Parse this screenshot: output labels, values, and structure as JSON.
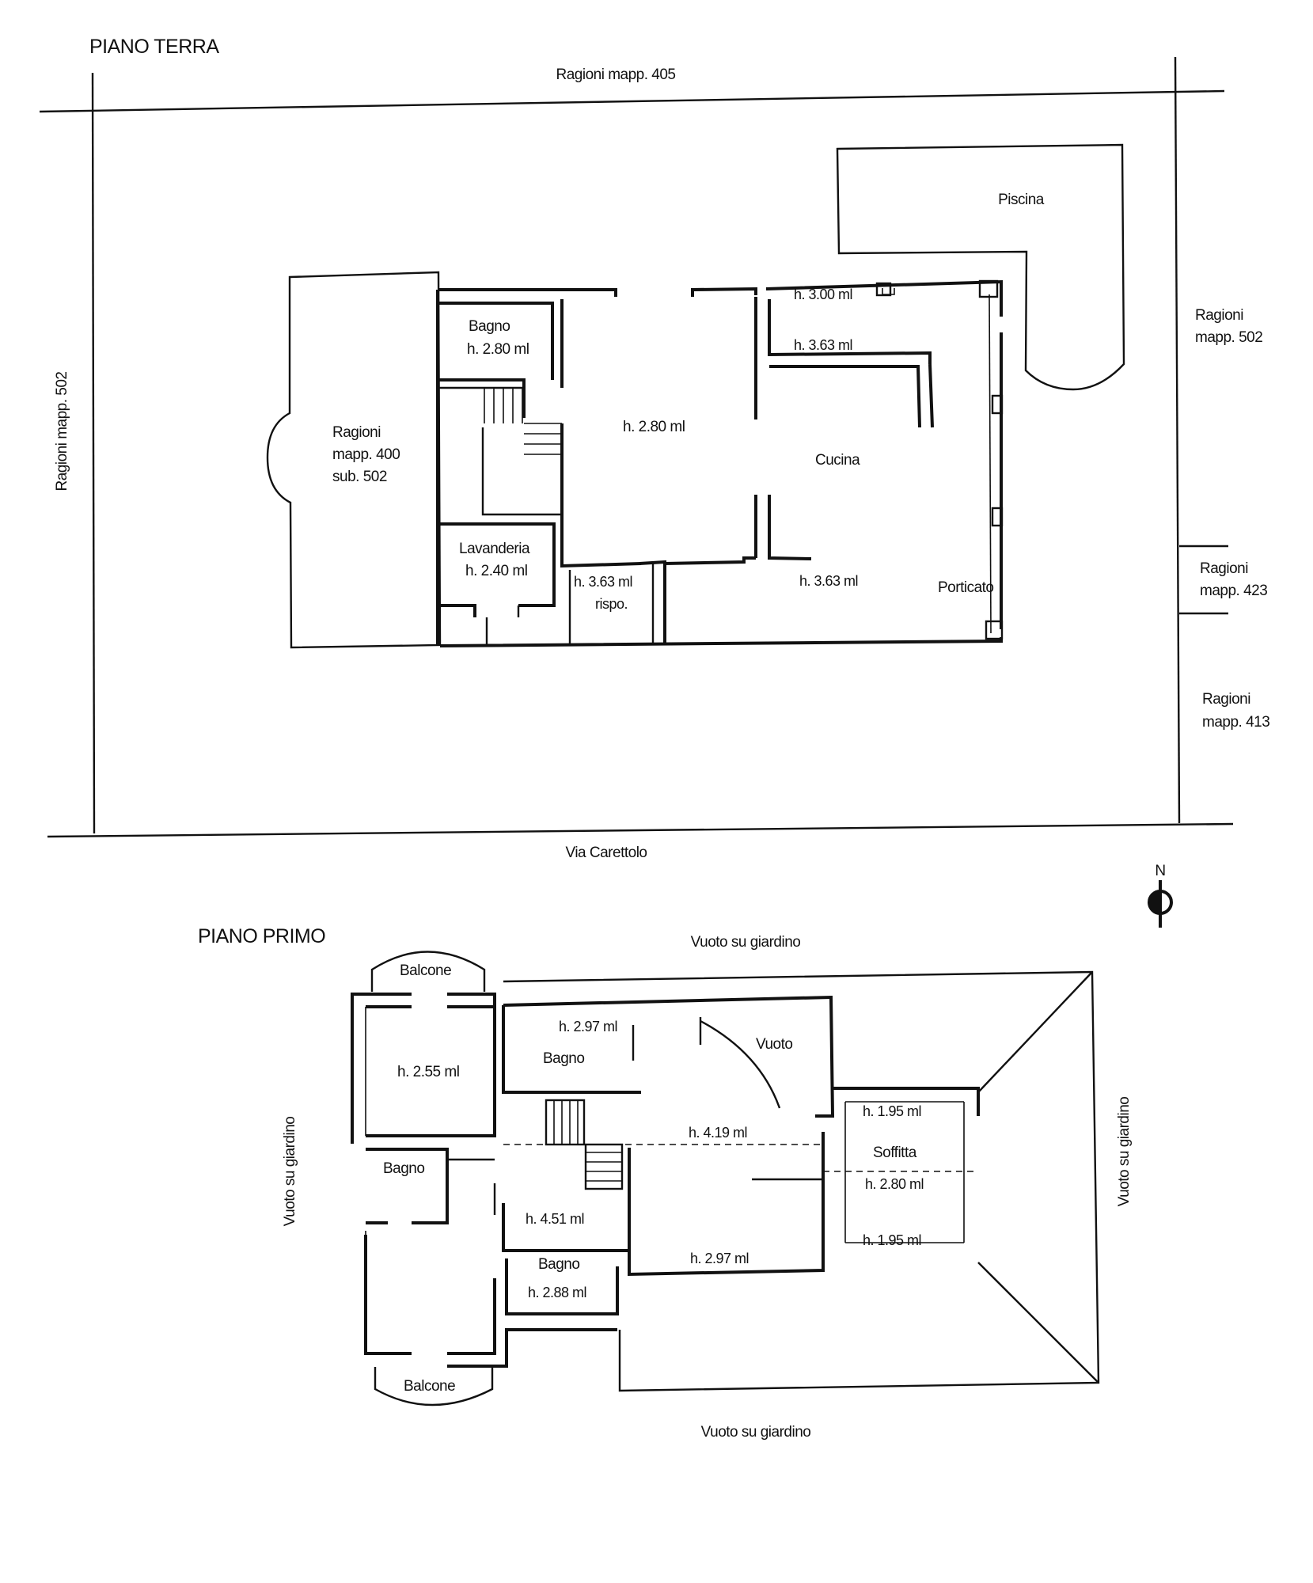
{
  "ground_floor": {
    "title": "PIANO TERRA",
    "neighbors": {
      "top": "Ragioni mapp. 405",
      "left": "Ragioni mapp. 502",
      "right_1": [
        "Ragioni",
        "mapp. 502"
      ],
      "right_2": [
        "Ragioni",
        "mapp. 423"
      ],
      "right_3": [
        "Ragioni",
        "mapp. 413"
      ]
    },
    "street": "Via Carettolo",
    "annex": [
      "Ragioni",
      "mapp. 400",
      "sub. 502"
    ],
    "rooms": {
      "pool": "Piscina",
      "bath_name": "Bagno",
      "bath_height": "h. 2.80 ml",
      "living_height": "h. 2.80 ml",
      "kitchen": "Cucina",
      "laundry_name": "Lavanderia",
      "laundry_height": "h. 2.40 ml",
      "storage_height": "h. 3.63 ml",
      "storage_note": "rispo.",
      "height_top": "h. 3.00 ml",
      "height_mid": "h. 3.63 ml",
      "height_bottom": "h. 3.63 ml",
      "porch": "Porticato"
    }
  },
  "first_floor": {
    "title": "PIANO PRIMO",
    "void_top": "Vuoto su giardino",
    "void_bottom": "Vuoto su giardino",
    "void_left": "Vuoto su giardino",
    "void_right": "Vuoto su giardino",
    "rooms": {
      "balcony_top": "Balcone",
      "balcony_bottom": "Balcone",
      "room_height": "h. 2.55 ml",
      "bath_left": "Bagno",
      "bath_upper": "Bagno",
      "bath_upper_height": "h. 2.97 ml",
      "void": "Vuoto",
      "corridor_height": "h. 4.19 ml",
      "stair_height": "h. 4.51 ml",
      "bath_lower": "Bagno",
      "bath_lower_height": "h. 2.88 ml",
      "room_lower_height": "h. 2.97 ml",
      "attic": "Soffitta",
      "attic_height_top": "h. 1.95 ml",
      "attic_height_mid": "h. 2.80 ml",
      "attic_height_bottom": "h. 1.95 ml"
    }
  },
  "compass": {
    "label": "N",
    "icon": "north-arrow-icon"
  }
}
